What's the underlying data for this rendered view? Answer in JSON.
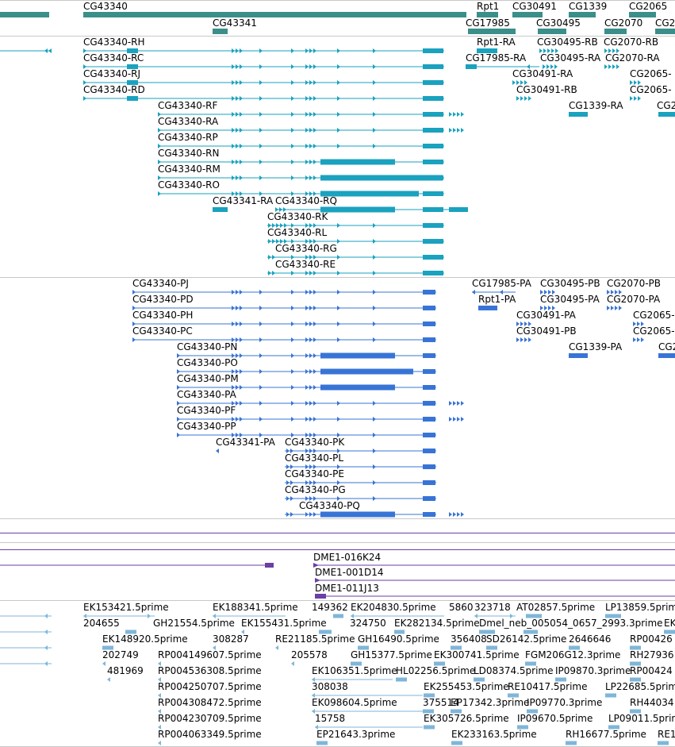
{
  "colors": {
    "gene": "#3a8f8a",
    "transcript_a": "#1aa2bf",
    "transcript_b": "#3874d6",
    "clone": "#6a3fa6",
    "est": "#7fb6d8",
    "separator": "#c8c8c8"
  },
  "genes": {
    "labels": [
      "CG43340",
      "Rpt1",
      "CG30491",
      "CG1339",
      "CG2065",
      "CG43341",
      "CG17985",
      "CG30495",
      "CG2070",
      "CG2"
    ]
  },
  "transcripts_a": {
    "labels": [
      "CG43340-RH",
      "Rpt1-RA",
      "CG30495-RB",
      "CG2070-RB",
      "CG43340-RC",
      "CG17985-RA",
      "CG30495-RA",
      "CG2070-RA",
      "CG43340-RJ",
      "CG30491-RA",
      "CG2065-",
      "CG43340-RD",
      "CG30491-RB",
      "CG2065-",
      "CG43340-RF",
      "CG1339-RA",
      "CG2",
      "CG43340-RA",
      "CG43340-RP",
      "CG43340-RN",
      "CG43340-RM",
      "CG43340-RO",
      "CG43341-RA",
      "CG43340-RQ",
      "CG43340-RK",
      "CG43340-RL",
      "CG43340-RG",
      "CG43340-RE"
    ]
  },
  "transcripts_b": {
    "labels": [
      "CG43340-PJ",
      "CG17985-PA",
      "CG30495-PB",
      "CG2070-PB",
      "CG43340-PD",
      "Rpt1-PA",
      "CG30495-PA",
      "CG2070-PA",
      "CG43340-PH",
      "CG30491-PA",
      "CG2065-",
      "CG43340-PC",
      "CG30491-PB",
      "CG2065-",
      "CG43340-PN",
      "CG1339-PA",
      "CG2",
      "CG43340-PO",
      "CG43340-PM",
      "CG43340-PA",
      "CG43340-PF",
      "CG43340-PP",
      "CG43341-PA",
      "CG43340-PK",
      "CG43340-PL",
      "CG43340-PE",
      "CG43340-PG",
      "CG43340-PQ"
    ]
  },
  "clones": {
    "labels": [
      "DME1-016K24",
      "DME1-001D14",
      "DME1-011J13"
    ]
  },
  "ests": {
    "labels": [
      "EK153421.5prime",
      "EK188341.5prime",
      "149362",
      "EK204830.5prime",
      "5860",
      "323718",
      "AT02857.5prime",
      "LP13859.5prime",
      "204655",
      "GH21554.5prime",
      "EK155431.5prime",
      "324750",
      "EK282134.5prime",
      "Dmel_neb_005054_0657_2993.3prime",
      "EK",
      "EK148920.5prime",
      "308287",
      "RE21185.5prime",
      "GH16490.5prime",
      "356408",
      "SD26142.5prime",
      "2646646",
      "RP00426",
      "202749",
      "RP004149607.5prime",
      "205578",
      "GH15377.5prime",
      "EK300741.5prime",
      "FGM206G12.3prime",
      "RH27936",
      "481969",
      "RP004536308.5prime",
      "EK106351.5prime",
      "HL02256.5prime",
      "LD08374.5prime",
      "IP09870.3prime",
      "RP00424",
      "RP004250707.5prime",
      "308038",
      "EK255453.5prime",
      "RE10417.5prime",
      "LP22685.5prime",
      "RP004308472.5prime",
      "EK098604.5prime",
      "375514",
      "EP17342.3prime",
      "IP09770.3prime",
      "RH44034",
      "RP004230709.5prime",
      "15758",
      "EK305726.5prime",
      "IP09670.5prime",
      "LP09011.5prime",
      "RP004063349.5prime",
      "EP21643.3prime",
      "EK233163.5prime",
      "RH16677.5prime",
      "RE1"
    ]
  }
}
